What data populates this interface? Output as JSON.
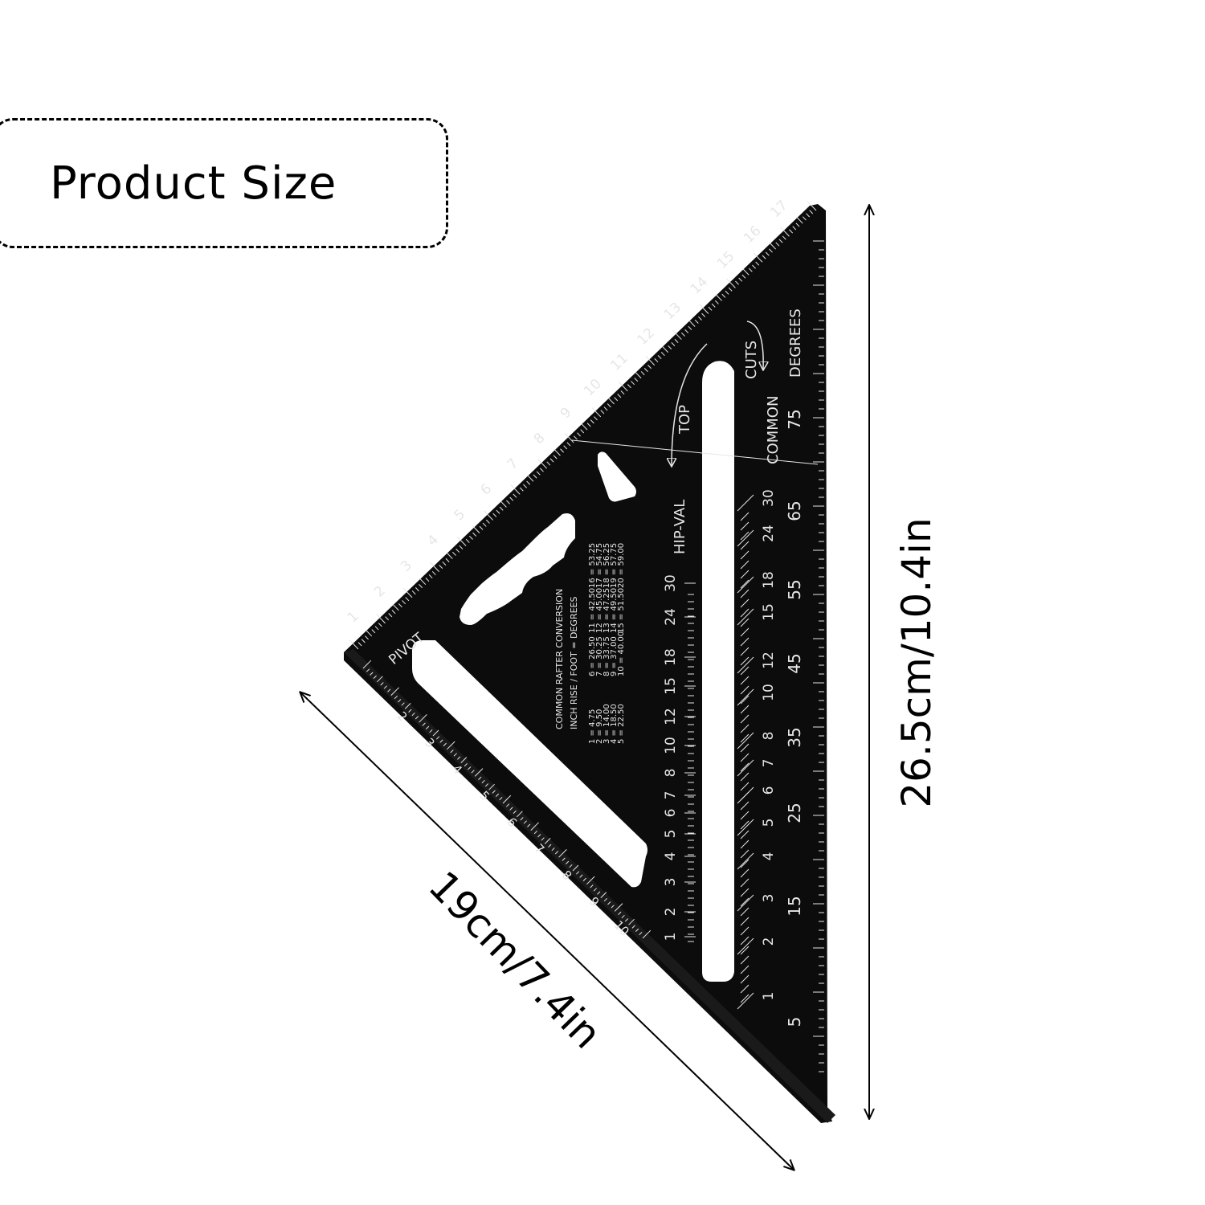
{
  "header": {
    "title": "Product Size"
  },
  "dimensions": {
    "height_label": "26.5cm/10.4in",
    "width_label": "19cm/7.4in"
  },
  "square": {
    "pivot_label": "PIVOT",
    "top_label": "TOP",
    "cuts_label": "CUTS",
    "common_label": "COMMON",
    "degrees_label": "DEGREES",
    "hipval_label": "HIP-VAL",
    "conversion_title": "COMMON RAFTER CONVERSION",
    "conversion_subtitle": "INCH  RISE  /  FOOT  =   DEGREES",
    "conversion_col1": [
      "1 =  4.75",
      "2 =  9.50",
      "3 = 14.00",
      "4 = 18.50",
      "5 = 22.50"
    ],
    "conversion_col2": [
      "6 = 26.50",
      "7 = 30.25",
      "8 = 33.75",
      "9 = 37.00",
      "10 = 40.00"
    ],
    "conversion_col3": [
      "11 = 42.50",
      "12 = 45.00",
      "13 = 47.25",
      "14 = 49.50",
      "15 = 51.50"
    ],
    "conversion_col4": [
      "16 = 53.25",
      "17 = 54.75",
      "18 = 56.25",
      "19 = 57.75",
      "20 = 59.00"
    ],
    "hypotenuse_numbers": [
      "1",
      "2",
      "3",
      "4",
      "5",
      "6",
      "7",
      "8",
      "9",
      "10",
      "11",
      "12",
      "13",
      "14",
      "15",
      "16",
      "17"
    ],
    "bottom_edge_numbers": [
      "2",
      "3",
      "4",
      "5",
      "6",
      "7",
      "8",
      "9",
      "10"
    ],
    "hip_scale_numbers": [
      "1",
      "2",
      "3",
      "4",
      "5",
      "6",
      "7",
      "8",
      "10",
      "12",
      "15",
      "18",
      "24",
      "30"
    ],
    "common_scale_numbers": [
      "1",
      "2",
      "3",
      "4",
      "5",
      "6",
      "7",
      "8",
      "10",
      "12",
      "15",
      "18",
      "24",
      "30"
    ],
    "degree_numbers": [
      "5",
      "15",
      "25",
      "35",
      "45",
      "55",
      "65",
      "75"
    ]
  },
  "colors": {
    "tool": "#0c0c0c",
    "marking": "#e6e6e6",
    "line": "#000000"
  }
}
